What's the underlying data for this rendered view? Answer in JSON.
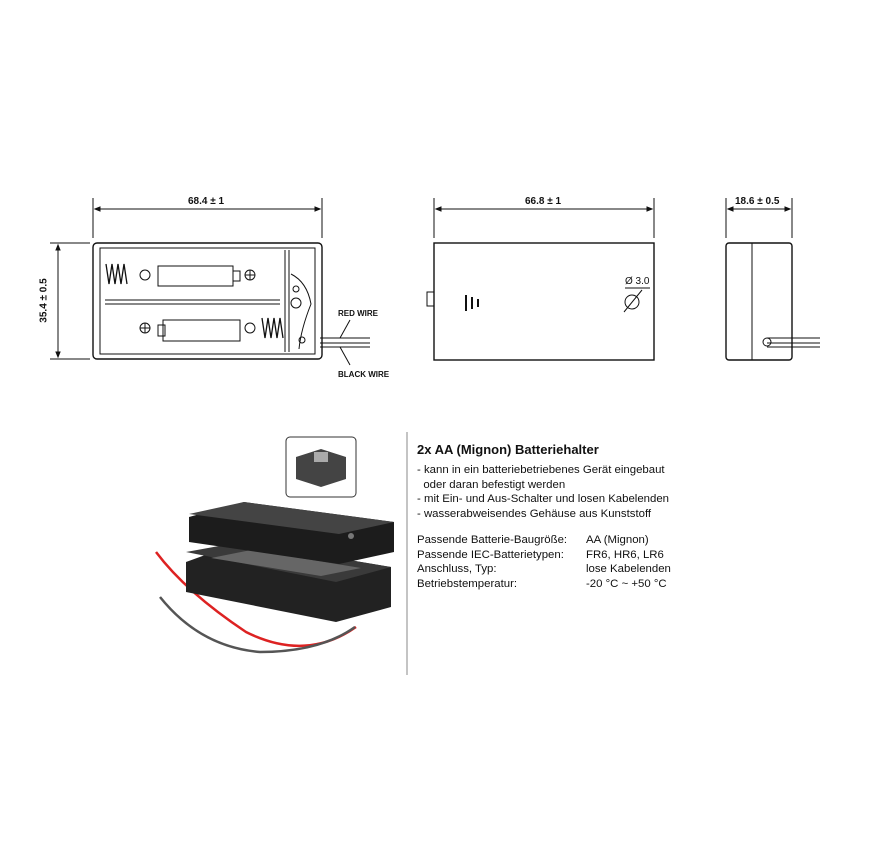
{
  "drawings": {
    "top_view": {
      "width_label": "68.4 ± 1",
      "height_label": "35.4 ± 0.5",
      "red_wire": "RED WIRE",
      "black_wire": "BLACK WIRE"
    },
    "side_view": {
      "width_label": "66.8 ± 1",
      "hole_label": "Ø 3.0"
    },
    "end_view": {
      "width_label": "18.6 ± 0.5"
    }
  },
  "product": {
    "title": "2x AA (Mignon) Batteriehalter",
    "bullets": [
      "- kann in ein batteriebetriebenes Gerät eingebaut",
      "  oder daran befestigt werden",
      "- mit Ein- und Aus-Schalter und losen Kabelenden",
      "- wasserabweisendes Gehäuse aus Kunststoff"
    ],
    "specs": [
      {
        "key": "Passende Batterie-Baugröße:",
        "value": "AA (Mignon)"
      },
      {
        "key": "Passende IEC-Batterietypen:",
        "value": "FR6, HR6, LR6"
      },
      {
        "key": "Anschluss, Typ:",
        "value": "lose Kabelenden"
      },
      {
        "key": "Betriebstemperatur:",
        "value": "-20 °C ~ +50 °C"
      }
    ]
  }
}
